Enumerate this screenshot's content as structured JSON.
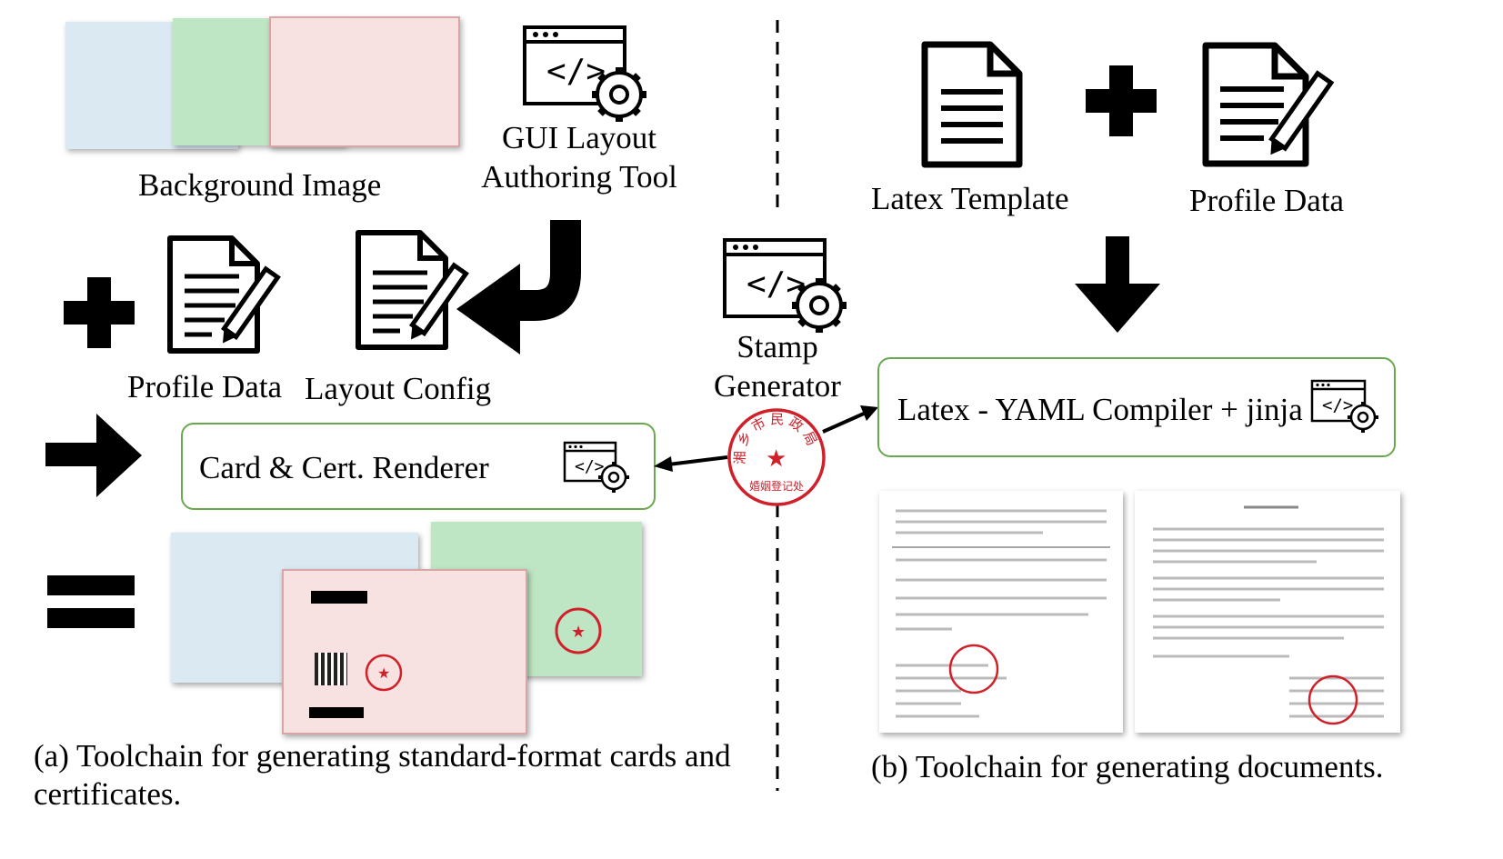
{
  "labels": {
    "background_image": "Background Image",
    "gui_tool_line1": "GUI Layout",
    "gui_tool_line2": "Authoring Tool",
    "profile_data_left": "Profile Data",
    "layout_config": "Layout Config",
    "stamp_line1": "Stamp",
    "stamp_line2": "Generator",
    "latex_template": "Latex Template",
    "profile_data_right": "Profile Data",
    "renderer": "Card & Cert. Renderer",
    "compiler": "Latex - YAML Compiler + jinja",
    "caption_a_line1": "(a) Toolchain for generating standard-format cards and",
    "caption_a_line2": "certificates.",
    "caption_b": "(b) Toolchain for generating documents."
  },
  "stamp": {
    "ring_text": "湘乡市民政局",
    "bottom_text": "婚姻登记处"
  },
  "colors": {
    "box_border": "#6aa84f",
    "stamp_red": "#d0202a",
    "card_blue": "#dbe9f3",
    "card_green": "#bfe6c4",
    "card_pink": "#f7e1e1"
  }
}
